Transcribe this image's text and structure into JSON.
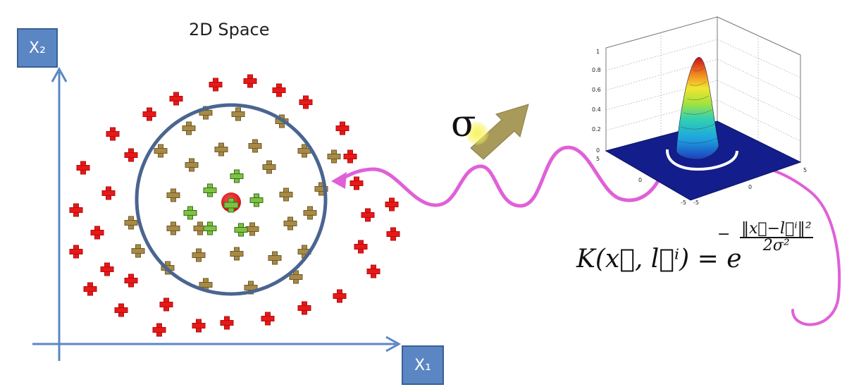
{
  "diagram": {
    "title": "2D Space",
    "axis_x_label": "X₁",
    "axis_y_label": "X₂",
    "sigma_symbol": "σ",
    "formula": {
      "lhs": "K(x⃗, l⃗ⁱ) = e",
      "exponent_sign": "−",
      "numerator": "‖x⃗−l⃗ⁱ‖²",
      "denominator": "2σ²"
    },
    "plot3d": {
      "z_ticks": [
        "1",
        "0.8",
        "0.6",
        "0.4",
        "0.2",
        "0"
      ],
      "x_ticks": [
        "5",
        "0",
        "-5"
      ],
      "y_ticks": [
        "-5",
        "0",
        "5"
      ]
    },
    "colors": {
      "axis": "#5b86c4",
      "outer_points": "#e81818",
      "middle_points": "#a88a45",
      "inner_points": "#7cc243",
      "landmark": "#e81818",
      "circle": "#4a6590",
      "arrow_wave": "#e060d8",
      "sigma_arrow": "#a89a5a"
    }
  }
}
